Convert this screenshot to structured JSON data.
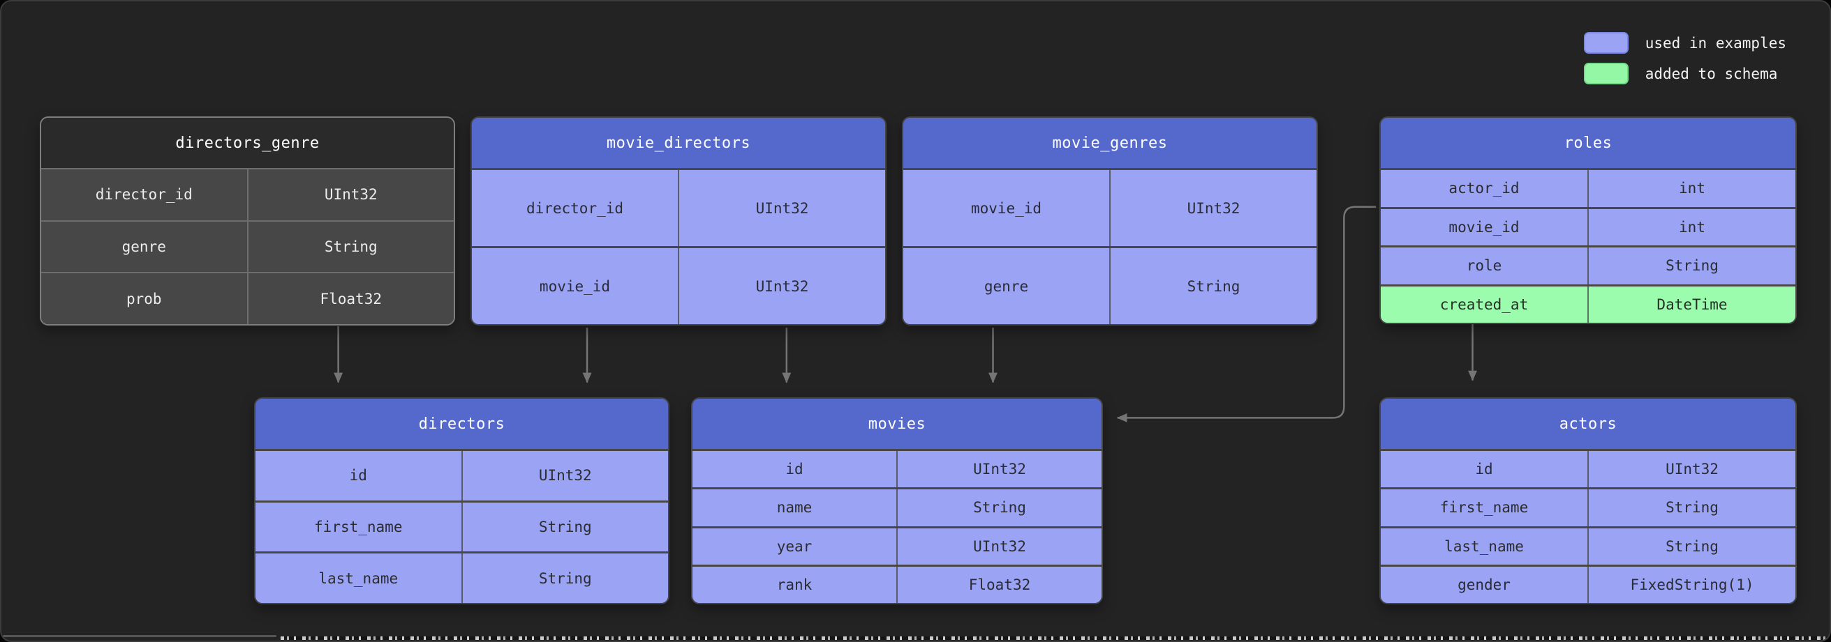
{
  "legend": {
    "items": [
      {
        "label": "used in examples",
        "color": "#9aa3f4"
      },
      {
        "label": "added to schema",
        "color": "#94f7a6"
      }
    ]
  },
  "colors": {
    "canvas_background": "#232323",
    "table_header_blue": "#5568cb",
    "table_row_blue": "#9aa3f4",
    "table_row_green": "#9cfcae",
    "table_header_dark": "#2a2a2a",
    "table_row_dark": "#474747",
    "arrow": "#757575"
  },
  "tables": [
    {
      "name": "directors_genre",
      "variant": "dark",
      "rows": [
        {
          "field": "director_id",
          "type": "UInt32"
        },
        {
          "field": "genre",
          "type": "String"
        },
        {
          "field": "prob",
          "type": "Float32"
        }
      ]
    },
    {
      "name": "movie_directors",
      "variant": "blue",
      "rows": [
        {
          "field": "director_id",
          "type": "UInt32"
        },
        {
          "field": "movie_id",
          "type": "UInt32"
        }
      ]
    },
    {
      "name": "movie_genres",
      "variant": "blue",
      "rows": [
        {
          "field": "movie_id",
          "type": "UInt32"
        },
        {
          "field": "genre",
          "type": "String"
        }
      ]
    },
    {
      "name": "roles",
      "variant": "blue",
      "rows": [
        {
          "field": "actor_id",
          "type": "int"
        },
        {
          "field": "movie_id",
          "type": "int"
        },
        {
          "field": "role",
          "type": "String"
        },
        {
          "field": "created_at",
          "type": "DateTime",
          "added": true
        }
      ]
    },
    {
      "name": "directors",
      "variant": "blue",
      "rows": [
        {
          "field": "id",
          "type": "UInt32"
        },
        {
          "field": "first_name",
          "type": "String"
        },
        {
          "field": "last_name",
          "type": "String"
        }
      ]
    },
    {
      "name": "movies",
      "variant": "blue",
      "rows": [
        {
          "field": "id",
          "type": "UInt32"
        },
        {
          "field": "name",
          "type": "String"
        },
        {
          "field": "year",
          "type": "UInt32"
        },
        {
          "field": "rank",
          "type": "Float32"
        }
      ]
    },
    {
      "name": "actors",
      "variant": "blue",
      "rows": [
        {
          "field": "id",
          "type": "UInt32"
        },
        {
          "field": "first_name",
          "type": "String"
        },
        {
          "field": "last_name",
          "type": "String"
        },
        {
          "field": "gender",
          "type": "FixedString(1)"
        }
      ]
    }
  ],
  "relations": [
    {
      "from": "directors_genre",
      "to": "directors"
    },
    {
      "from": "movie_directors",
      "to": "directors"
    },
    {
      "from": "movie_directors",
      "to": "movies"
    },
    {
      "from": "movie_genres",
      "to": "movies"
    },
    {
      "from": "roles",
      "to": "movies"
    },
    {
      "from": "roles",
      "to": "actors"
    }
  ]
}
